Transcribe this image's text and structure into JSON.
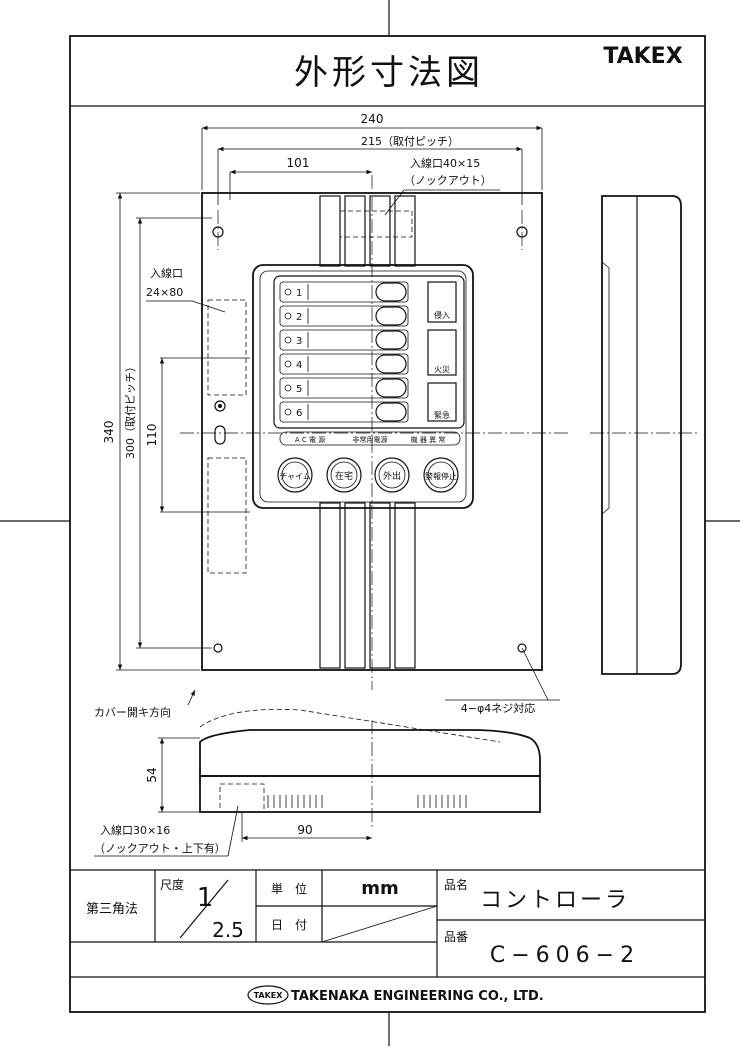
{
  "title": "外形寸法図",
  "brand": "TAKEX",
  "dimensions": {
    "width_overall": "240",
    "pitch_h": "215（取付ピッチ）",
    "offset_101": "101",
    "height_overall": "340",
    "pitch_v": "300（取付ピッチ）",
    "window_h": "110",
    "depth": "54",
    "bottom_span": "90"
  },
  "annotations": {
    "top_entry_line1": "入線口40×15",
    "top_entry_line2": "（ノックアウト）",
    "side_entry_line1": "入線口",
    "side_entry_line2": "24×80",
    "screw_note": "4−φ4ネジ対応",
    "cover_open": "カバー開キ方向",
    "bottom_entry_line1": "入線口30×16",
    "bottom_entry_line2": "（ノックアウト・上下有）"
  },
  "panel": {
    "zones": [
      "1",
      "2",
      "3",
      "4",
      "5",
      "6"
    ],
    "icons": [
      "侵入",
      "火災",
      "緊急"
    ],
    "status": [
      "A C 電 源",
      "非常用電源",
      "機 器 異 常"
    ],
    "buttons": [
      "チャイム",
      "在宅",
      "外出",
      "警報停止"
    ]
  },
  "title_block": {
    "projection": "第三角法",
    "scale_label": "尺度",
    "scale_num": "1",
    "scale_den": "2.5",
    "unit_label": "単　位",
    "unit_value": "mm",
    "date_label": "日　付",
    "name_label": "品名",
    "name_value": "コントローラ",
    "number_label": "品番",
    "number_value": "C−606−2"
  },
  "footer": {
    "logo": "TAKEX",
    "company": "TAKENAKA ENGINEERING CO., LTD."
  }
}
